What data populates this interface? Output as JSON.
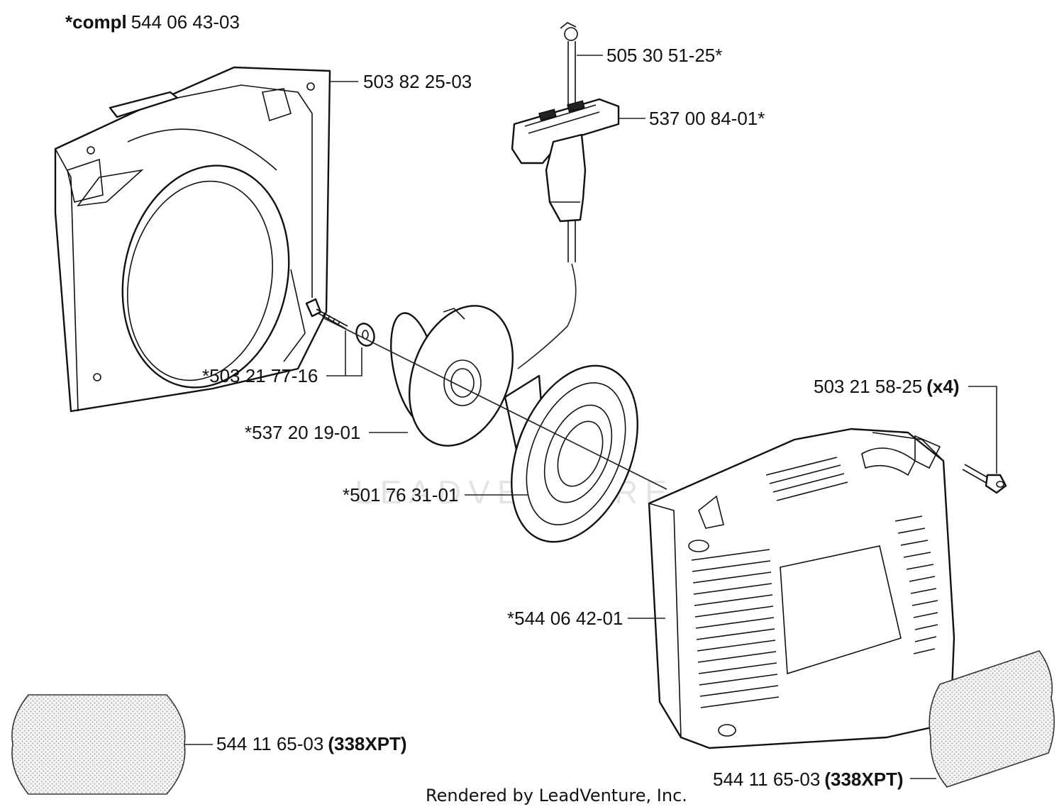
{
  "watermark": "LEADVENTURE",
  "credit": "Rendered by LeadVenture, Inc.",
  "labels": {
    "compl_prefix": "*compl",
    "compl_number": "544 06 43-03",
    "fan_housing": "503 82 25-03",
    "rope": "505 30 51-25*",
    "handle": "537 00 84-01*",
    "screw_washer": "*503 21 77-16",
    "pulley": "*537 20 19-01",
    "spring": "*501 76 31-01",
    "screw_x4_number": "503 21 58-25",
    "screw_x4_qty": "(x4)",
    "starter_cover": "*544 06 42-01",
    "decal_left_number": "544 11 65-03",
    "decal_left_model": "(338XPT)",
    "decal_right_number": "544 11 65-03",
    "decal_right_model": "(338XPT)"
  }
}
